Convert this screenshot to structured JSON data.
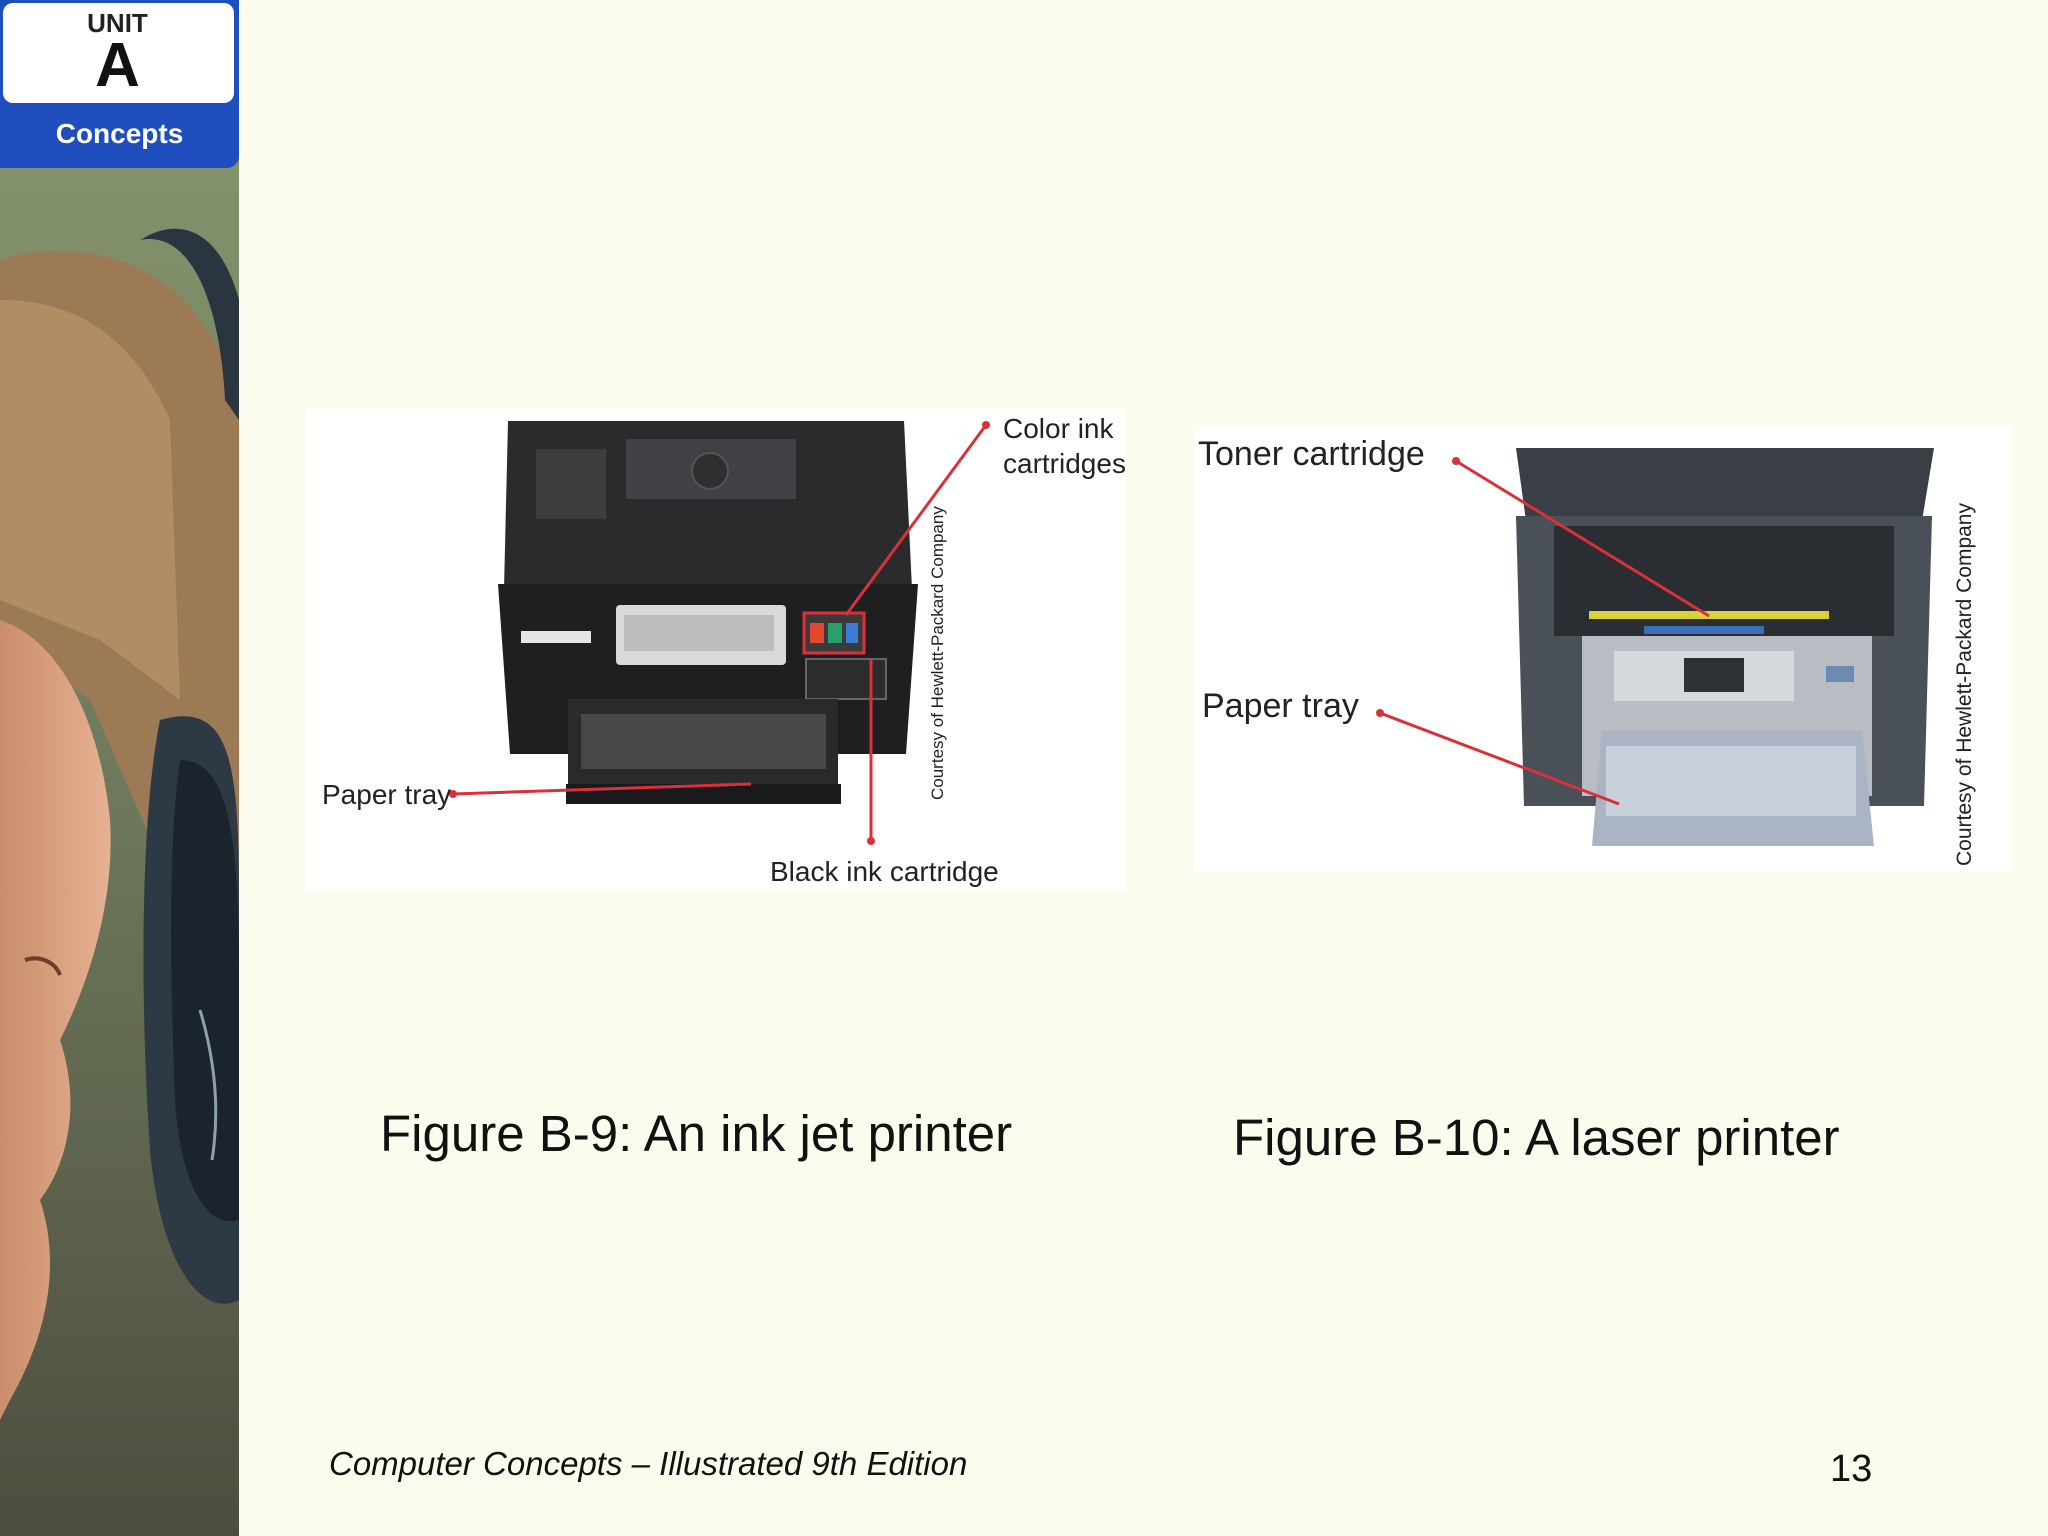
{
  "unit_badge": {
    "word": "UNIT",
    "letter": "A",
    "subtitle": "Concepts"
  },
  "figure_inkjet": {
    "caption": "Figure B-9: An ink jet printer",
    "labels": {
      "color_ink": [
        "Color ink",
        "cartridges"
      ],
      "paper_tray": "Paper tray",
      "black_ink": "Black ink cartridge",
      "courtesy": "Courtesy of Hewlett-Packard Company"
    }
  },
  "figure_laser": {
    "caption": "Figure B-10: A laser printer",
    "labels": {
      "toner": "Toner cartridge",
      "paper_tray": "Paper tray",
      "courtesy": "Courtesy of Hewlett-Packard Company"
    }
  },
  "footer": {
    "book_title": "Computer Concepts – Illustrated 9th Edition",
    "page_number": "13"
  },
  "colors": {
    "badge_blue": "#1f4fbf",
    "callout_red": "#d9303a",
    "background": "#fbfcee"
  }
}
